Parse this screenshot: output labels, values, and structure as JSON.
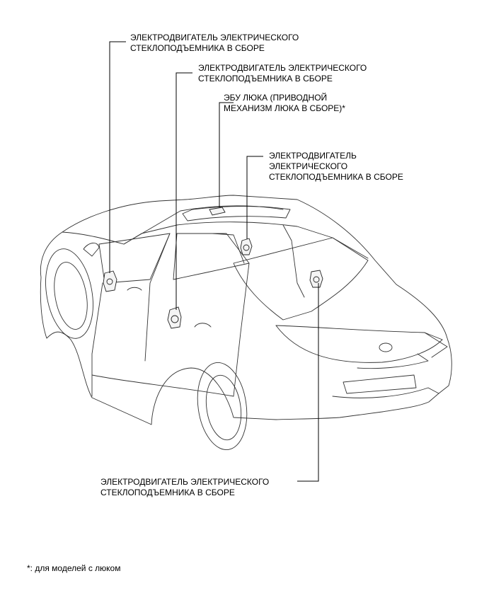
{
  "labels": [
    {
      "id": "motor-front-left",
      "lines": [
        "ЭЛЕКТРОДВИГАТЕЛЬ ЭЛЕКТРИЧЕСКОГО",
        "СТЕКЛОПОДЪЕМНИКА В СБОРЕ"
      ]
    },
    {
      "id": "motor-rear-left",
      "lines": [
        "ЭЛЕКТРОДВИГАТЕЛЬ ЭЛЕКТРИЧЕСКОГО",
        "СТЕКЛОПОДЪЕМНИКА В СБОРЕ"
      ]
    },
    {
      "id": "sunroof-ecu",
      "lines": [
        "ЭБУ ЛЮКА (ПРИВОДНОЙ",
        "МЕХАНИЗМ ЛЮКА В СБОРЕ)*"
      ]
    },
    {
      "id": "motor-front-right",
      "lines": [
        "ЭЛЕКТРОДВИГАТЕЛЬ",
        "ЭЛЕКТРИЧЕСКОГО",
        "СТЕКЛОПОДЪЕМНИКА В СБОРЕ"
      ]
    },
    {
      "id": "motor-rear-right",
      "lines": [
        "ЭЛЕКТРОДВИГАТЕЛЬ ЭЛЕКТРИЧЕСКОГО",
        "СТЕКЛОПОДЪЕМНИКА В СБОРЕ"
      ]
    }
  ],
  "footnote": "*: для моделей с люком"
}
